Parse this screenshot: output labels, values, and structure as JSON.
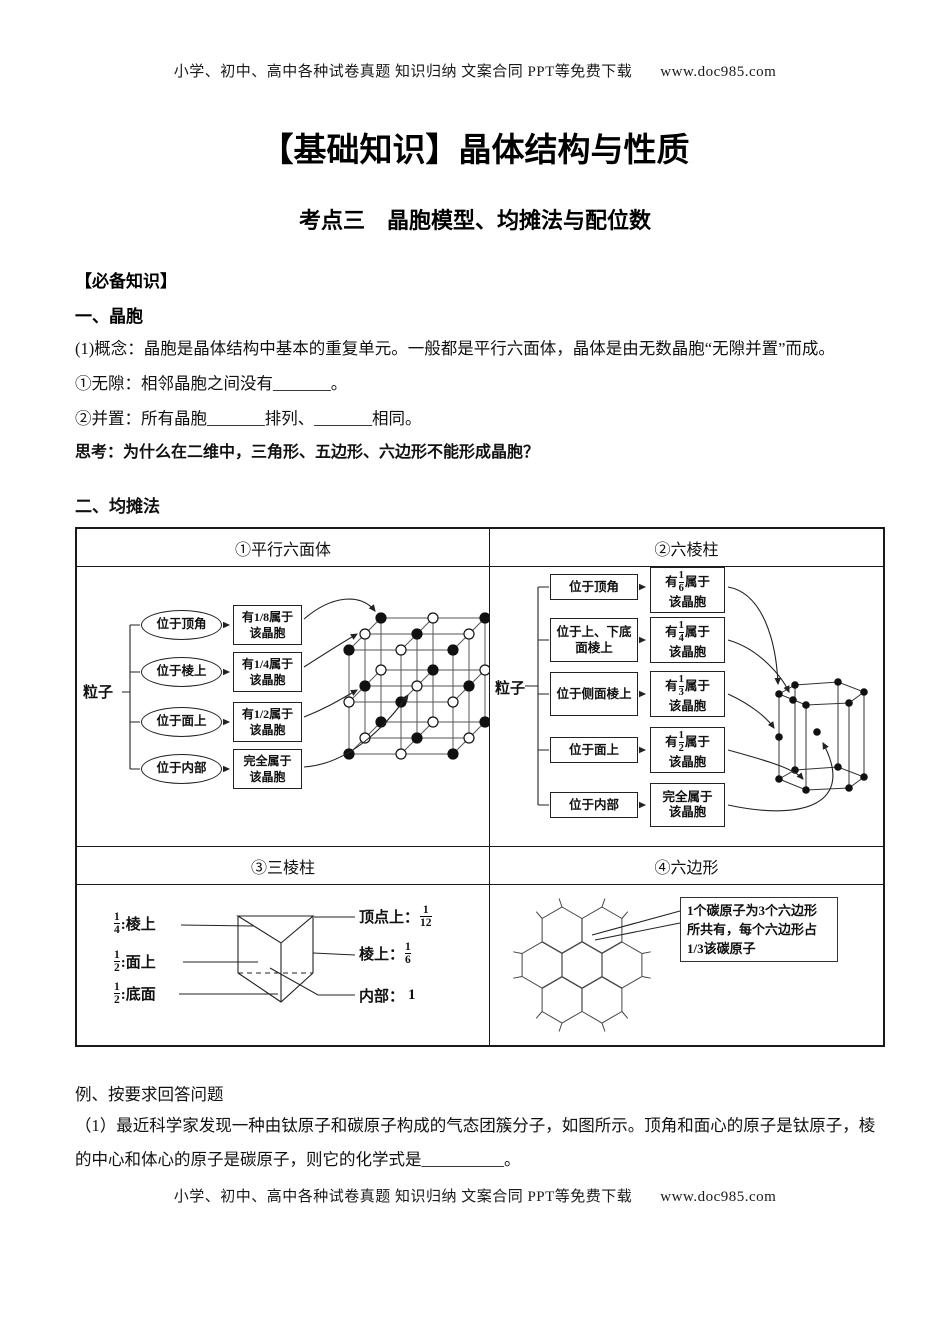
{
  "page": {
    "header": {
      "text": "小学、初中、高中各种试卷真题 知识归纳 文案合同 PPT等免费下载",
      "url": "www.doc985.com"
    },
    "footer": {
      "text": "小学、初中、高中各种试卷真题 知识归纳 文案合同 PPT等免费下载",
      "url": "www.doc985.com"
    }
  },
  "title": "【基础知识】晶体结构与性质",
  "subtitle": "考点三　晶胞模型、均摊法与配位数",
  "knowledge": {
    "label": "【必备知识】",
    "s1": {
      "heading": "一、晶胞",
      "concept": "(1)概念：晶胞是晶体结构中基本的重复单元。一般都是平行六面体，晶体是由无数晶胞“无隙并置”而成。",
      "item1": "①无隙：相邻晶胞之间没有_______。",
      "item2": "②并置：所有晶胞_______排列、_______相同。",
      "think": "思考：为什么在二维中，三角形、五边形、六边形不能形成晶胞？"
    },
    "s2": {
      "heading": "二、均摊法"
    }
  },
  "table": {
    "headers": [
      "①平行六面体",
      "②六棱柱",
      "③三棱柱",
      "④六边形"
    ],
    "parallelepiped": {
      "particle": "粒子",
      "rows": [
        {
          "pos": "位于顶角",
          "r1": "有1/8属于",
          "r2": "该晶胞"
        },
        {
          "pos": "位于棱上",
          "r1": "有1/4属于",
          "r2": "该晶胞"
        },
        {
          "pos": "位于面上",
          "r1": "有1/2属于",
          "r2": "该晶胞"
        },
        {
          "pos": "位于内部",
          "r1": "完全属于",
          "r2": "该晶胞"
        }
      ]
    },
    "hexprism": {
      "particle": "粒子",
      "rows": [
        {
          "pos": "位于顶角",
          "pre": "有",
          "num": "1",
          "den": "6",
          "post": "属于",
          "r2": "该晶胞"
        },
        {
          "pos": "位于上、下底面棱上",
          "pre": "有",
          "num": "1",
          "den": "4",
          "post": "属于",
          "r2": "该晶胞"
        },
        {
          "pos": "位于侧面棱上",
          "pre": "有",
          "num": "1",
          "den": "3",
          "post": "属于",
          "r2": "该晶胞"
        },
        {
          "pos": "位于面上",
          "pre": "有",
          "num": "1",
          "den": "2",
          "post": "属于",
          "r2": "该晶胞"
        },
        {
          "pos": "位于内部",
          "r1": "完全属于",
          "r2": "该晶胞"
        }
      ]
    },
    "triprism": {
      "left": [
        {
          "num": "1",
          "den": "4",
          "label": ":棱上"
        },
        {
          "num": "1",
          "den": "2",
          "label": ":面上"
        },
        {
          "num": "1",
          "den": "2",
          "label": ":底面"
        }
      ],
      "right": [
        {
          "label": "顶点上：",
          "num": "1",
          "den": "12"
        },
        {
          "label": "棱上：",
          "num": "1",
          "den": "6"
        },
        {
          "label": "内部：",
          "value": "1"
        }
      ]
    },
    "hexagon": {
      "note_lines": [
        "1个碳原子为3个六边形",
        "所共有，每个六边形占",
        "1/3该碳原子"
      ]
    }
  },
  "example": {
    "heading": "例、按要求回答问题",
    "q1": "（1）最近科学家发现一种由钛原子和碳原子构成的气态团簇分子，如图所示。顶角和面心的原子是钛原子，棱的中心和体心的原子是碳原子，则它的化学式是__________。"
  }
}
